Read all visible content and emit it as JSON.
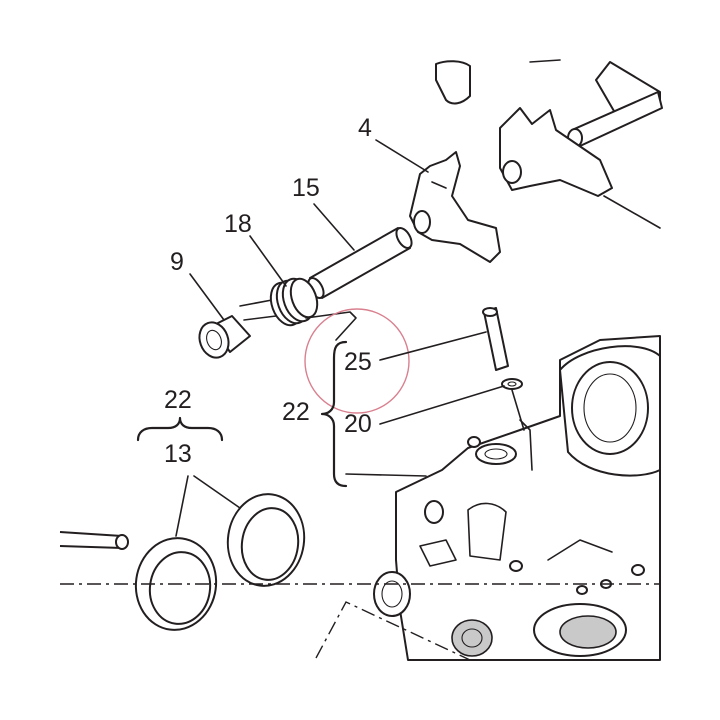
{
  "callouts": [
    {
      "id": "c4",
      "text": "4"
    },
    {
      "id": "c15",
      "text": "15"
    },
    {
      "id": "c18",
      "text": "18"
    },
    {
      "id": "c9",
      "text": "9"
    },
    {
      "id": "c25",
      "text": "25"
    },
    {
      "id": "c22a",
      "text": "22"
    },
    {
      "id": "c20",
      "text": "20"
    },
    {
      "id": "c22b",
      "text": "22"
    },
    {
      "id": "c13",
      "text": "13"
    }
  ],
  "colors": {
    "line": "#231f20",
    "highlight": "#d9808f",
    "shade": "#c9c9c9"
  }
}
